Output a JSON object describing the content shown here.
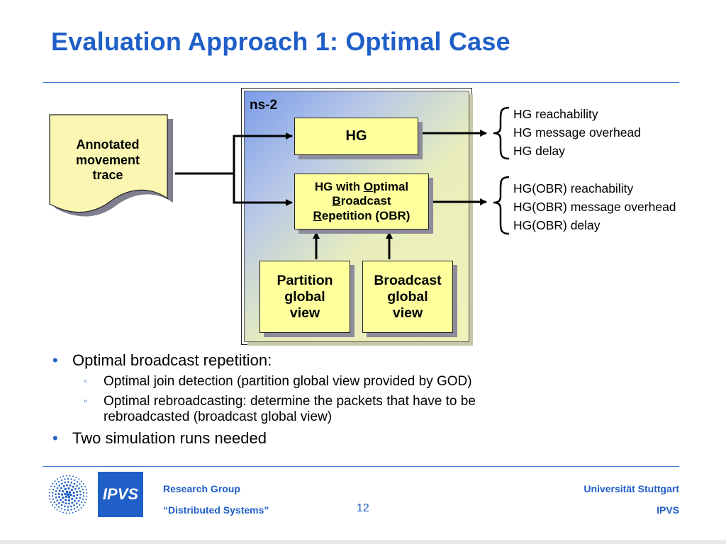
{
  "slide": {
    "title": "Evaluation Approach 1: Optimal Case",
    "page_number": "12"
  },
  "diagram": {
    "container_label": "ns-2",
    "input_doc": [
      "Annotated",
      "movement",
      "trace"
    ],
    "hg_box": "HG",
    "obr_box": {
      "line1_a": "HG with ",
      "line1_u": "O",
      "line1_b": "ptimal",
      "line2_u": "B",
      "line2_b": "roadcast",
      "line3_u": "R",
      "line3_b": "epetition (OBR)"
    },
    "partition_box": [
      "Partition",
      "global",
      "view"
    ],
    "broadcast_box": [
      "Broadcast",
      "global",
      "view"
    ],
    "hg_metrics": [
      "HG reachability",
      "HG message overhead",
      "HG delay"
    ],
    "obr_metrics": [
      "HG(OBR) reachability",
      "HG(OBR) message overhead",
      "HG(OBR) delay"
    ]
  },
  "bullets": {
    "b1": "Optimal broadcast repetition:",
    "b1_sub1": "Optimal join detection (partition global view provided by GOD)",
    "b1_sub2_line1": "Optimal rebroadcasting: determine the packets that have to be",
    "b1_sub2_line2": "rebroadcasted (broadcast global view)",
    "b2": "Two simulation runs needed"
  },
  "footer": {
    "logo_text": "IPVS",
    "left_line1": "Research Group",
    "left_line2": "“Distributed Systems”",
    "right_line1": "Universität Stuttgart",
    "right_line2": "IPVS"
  },
  "colors": {
    "accent": "#1f5fc7",
    "box_fill": "#ffff9e",
    "doc_fill": "#fbf7b2"
  }
}
